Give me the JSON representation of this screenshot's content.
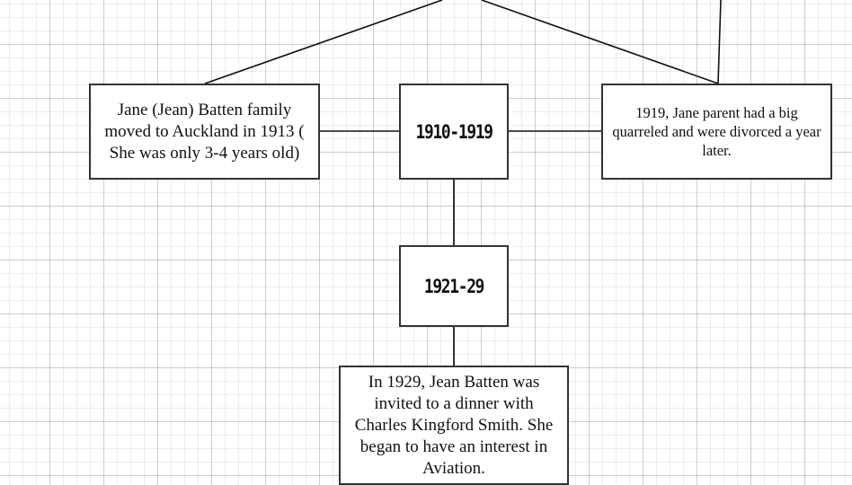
{
  "diagram": {
    "type": "timeline-mindmap",
    "colors": {
      "border": "#333333",
      "edge": "#111111",
      "background": "#ffffff",
      "grid": "#dcdcdc"
    },
    "periods": [
      {
        "id": "p1910",
        "label": "1910-1919"
      },
      {
        "id": "p1921",
        "label": "1921-29"
      }
    ],
    "events": [
      {
        "id": "e-auckland",
        "text": "Jane (Jean) Batten family moved to Auckland in 1913 ( She was only 3-4 years old)"
      },
      {
        "id": "e-divorce",
        "text": "1919, Jane parent had a big quarreled and were divorced a year later."
      },
      {
        "id": "e-dinner",
        "text": "In 1929,  Jean Batten was invited to a dinner with Charles Kingford Smith. She began to have an interest in Aviation."
      }
    ],
    "edges": [
      {
        "from": "offscreen-top",
        "to": "e-auckland"
      },
      {
        "from": "offscreen-top",
        "to": "e-divorce"
      },
      {
        "from": "offscreen-top-right",
        "to": "e-divorce"
      },
      {
        "from": "e-auckland",
        "to": "p1910"
      },
      {
        "from": "p1910",
        "to": "e-divorce"
      },
      {
        "from": "p1910",
        "to": "p1921"
      },
      {
        "from": "p1921",
        "to": "e-dinner"
      }
    ]
  }
}
